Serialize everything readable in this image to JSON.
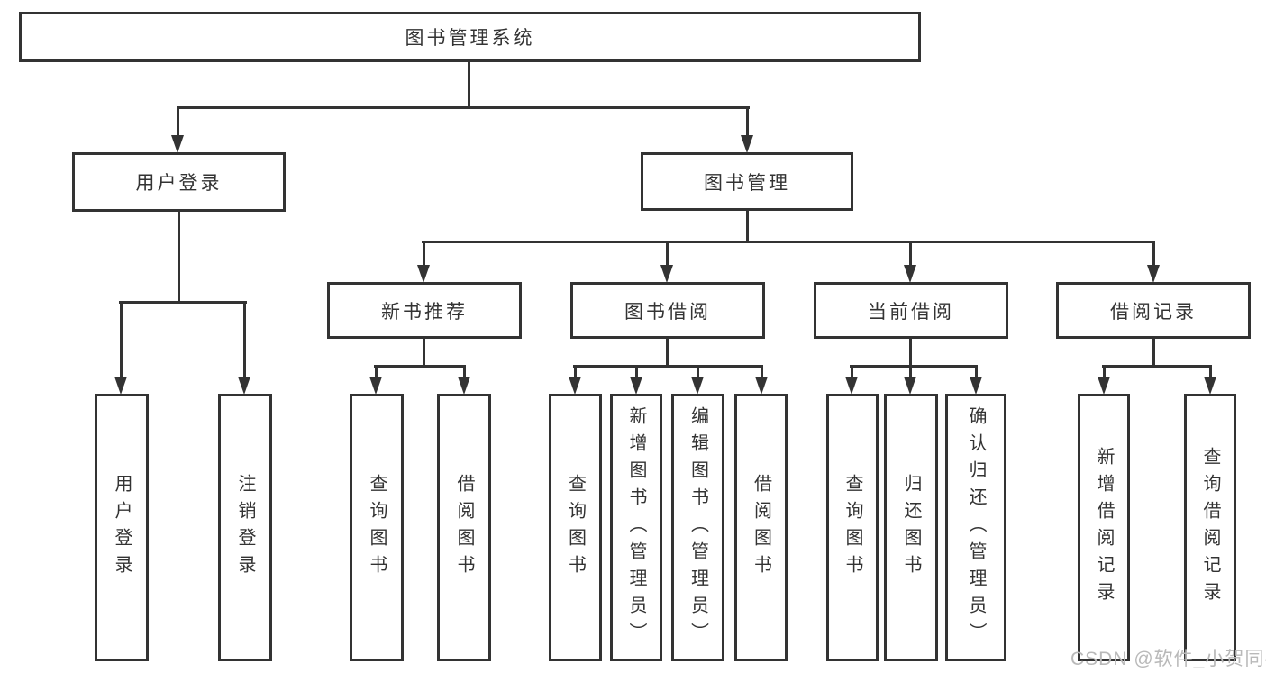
{
  "hierarchy": {
    "root": {
      "label": "图书管理系统"
    },
    "branches": [
      {
        "label": "用户登录",
        "leaves": [
          {
            "label": "用户登录"
          },
          {
            "label": "注销登录"
          }
        ]
      },
      {
        "label": "图书管理",
        "groups": [
          {
            "label": "新书推荐",
            "leaves": [
              {
                "label": "查询图书"
              },
              {
                "label": "借阅图书"
              }
            ]
          },
          {
            "label": "图书借阅",
            "leaves": [
              {
                "label": "查询图书"
              },
              {
                "label": "新增图书（管理员）"
              },
              {
                "label": "编辑图书（管理员）"
              },
              {
                "label": "借阅图书"
              }
            ]
          },
          {
            "label": "当前借阅",
            "leaves": [
              {
                "label": "查询图书"
              },
              {
                "label": "归还图书"
              },
              {
                "label": "确认归还（管理员）"
              }
            ]
          },
          {
            "label": "借阅记录",
            "leaves": [
              {
                "label": "新增借阅记录"
              },
              {
                "label": "查询借阅记录"
              }
            ]
          }
        ]
      }
    ]
  },
  "watermark": {
    "text": "CSDN @软件_小贺同学"
  },
  "colors": {
    "line": "#333333",
    "text": "#333333",
    "watermark": "#b9b9b9",
    "background": "#ffffff"
  }
}
